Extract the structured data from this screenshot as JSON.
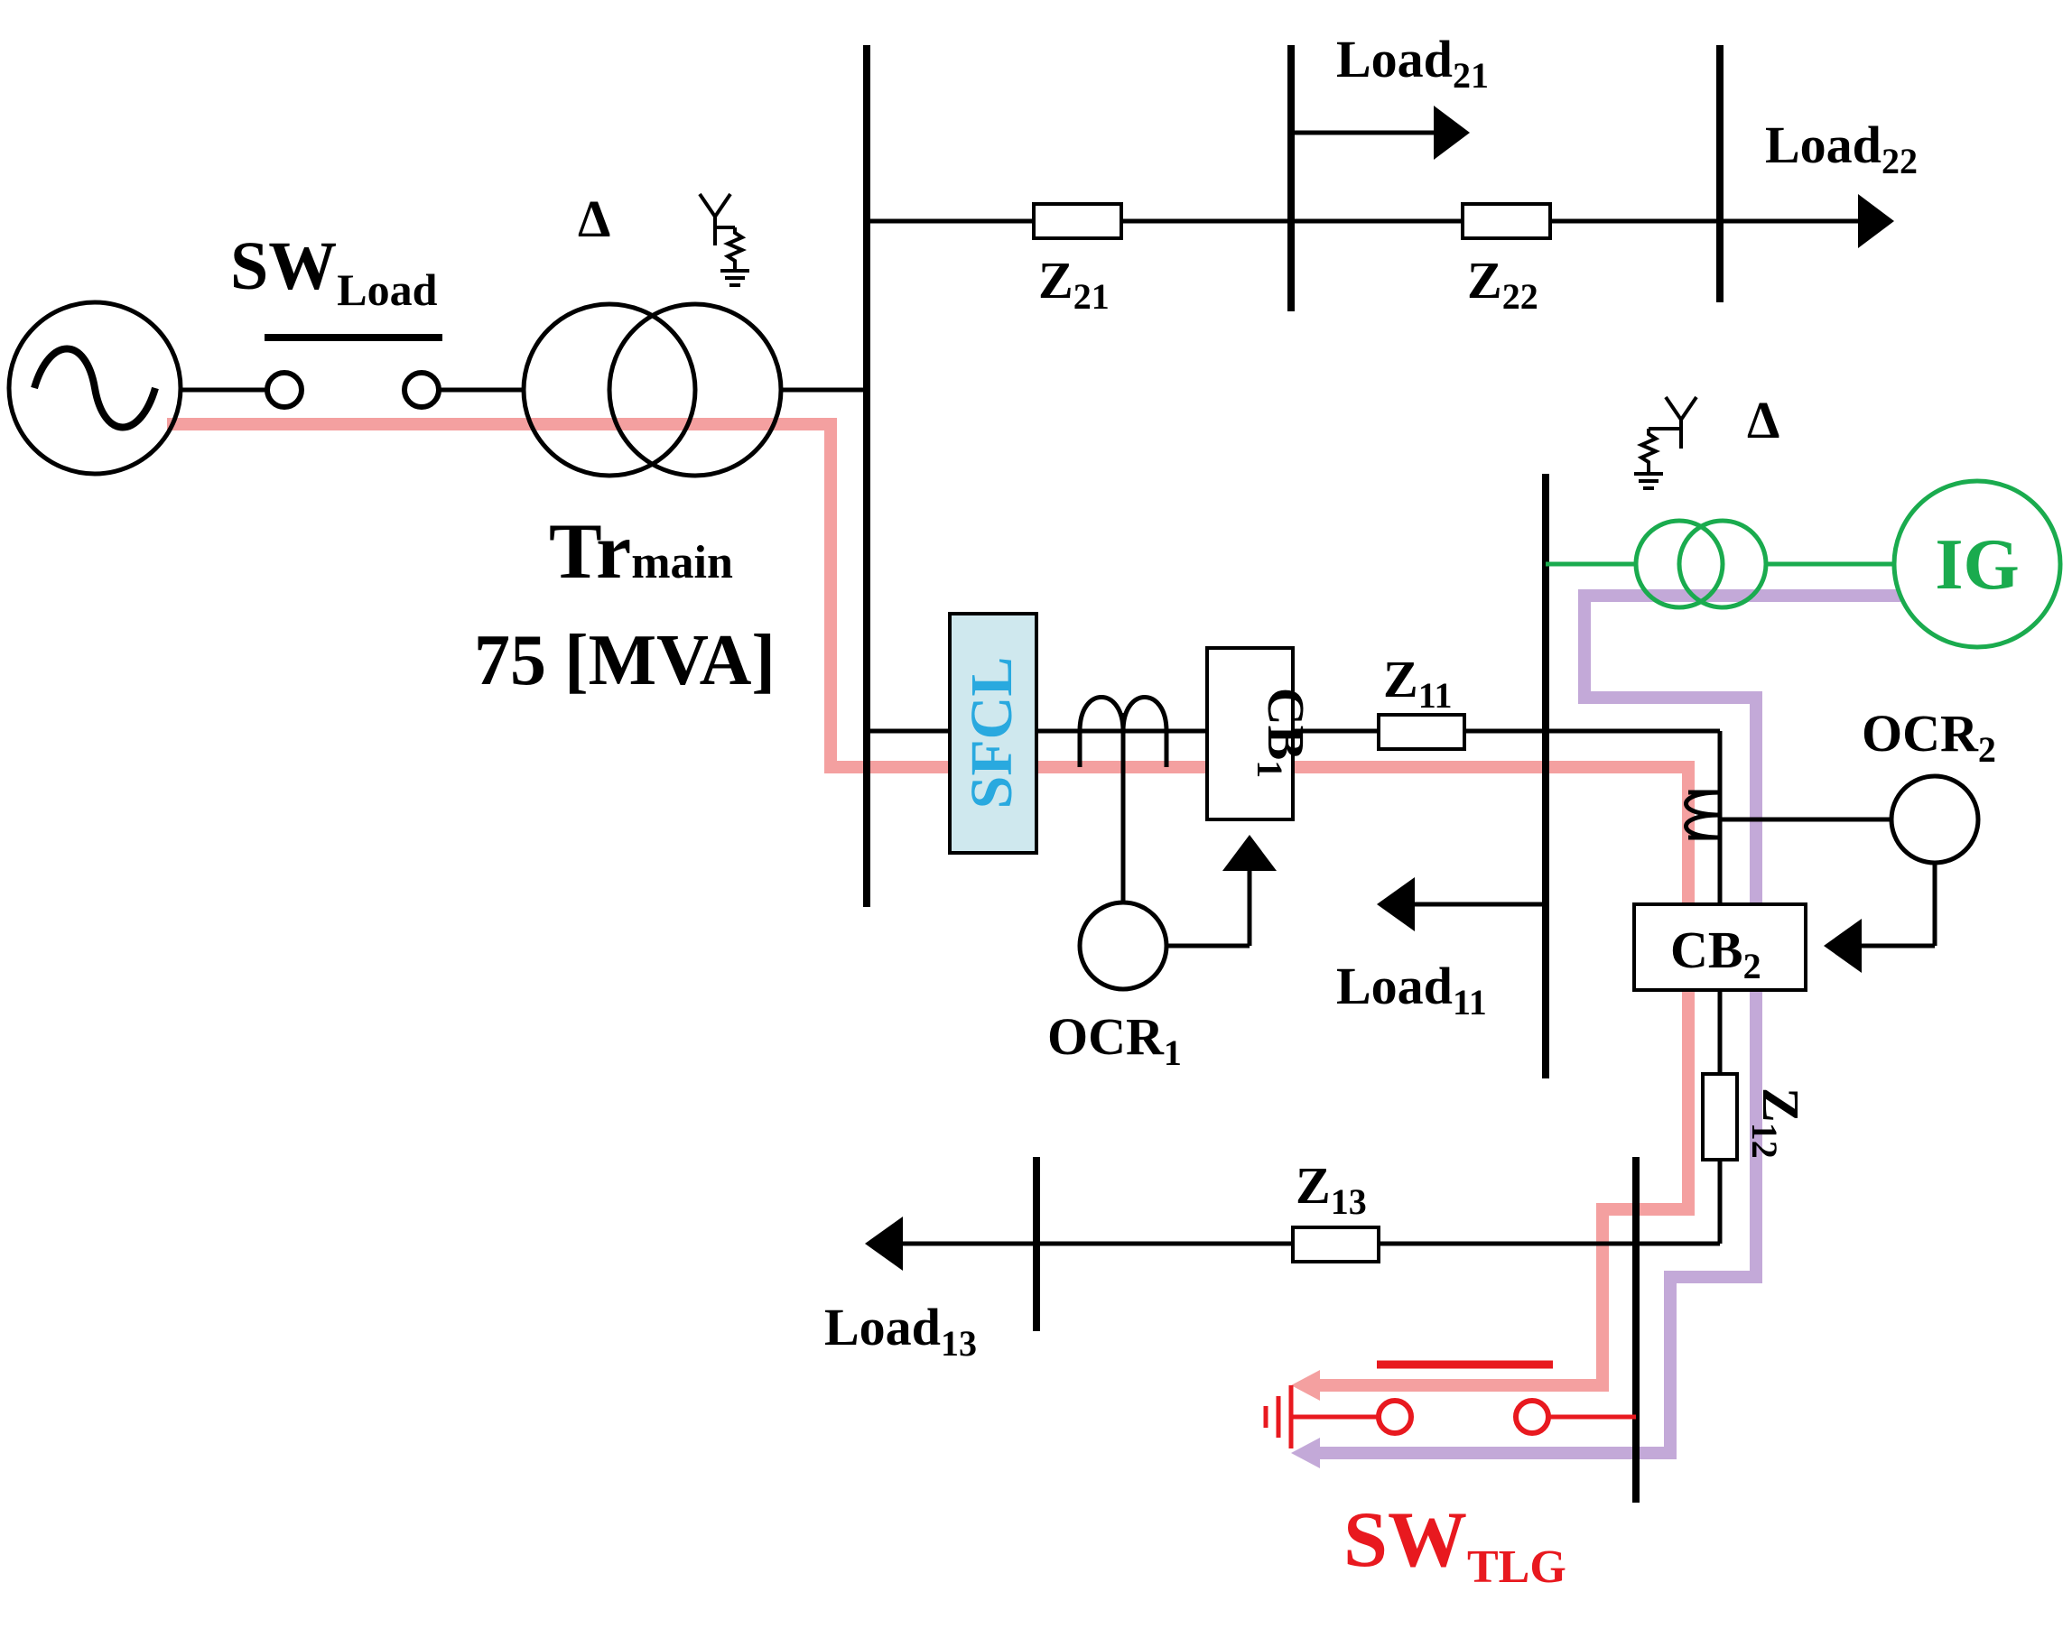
{
  "labels": {
    "sw_load_main": "SW",
    "sw_load_sub": "Load",
    "tr_main_main": "Tr",
    "tr_main_sub": "main",
    "tr_rating": "75 [MVA]",
    "delta_symbol": "Δ",
    "load21_main": "Load",
    "load21_sub": "21",
    "load22_main": "Load",
    "load22_sub": "22",
    "z21_main": "Z",
    "z21_sub": "21",
    "z22_main": "Z",
    "z22_sub": "22",
    "sfcl": "SFCL",
    "cb1_main": "CB",
    "cb1_sub": "1",
    "z11_main": "Z",
    "z11_sub": "11",
    "ocr1_main": "OCR",
    "ocr1_sub": "1",
    "load11_main": "Load",
    "load11_sub": "11",
    "ig": "IG",
    "ocr2_main": "OCR",
    "ocr2_sub": "2",
    "cb2_main": "CB",
    "cb2_sub": "2",
    "z12_main": "Z",
    "z12_sub": "12",
    "z13_main": "Z",
    "z13_sub": "13",
    "load13_main": "Load",
    "load13_sub": "13",
    "sw_tlg_main": "SW",
    "sw_tlg_sub": "TLG"
  },
  "colors": {
    "fault_path_grid": "#f4a0a0",
    "fault_path_ig": "#c3a9d8",
    "ig_green": "#1aab4e",
    "sfcl_text": "#29a9df",
    "sfcl_fill": "#cfe8ee",
    "fault_red": "#e8191f"
  }
}
